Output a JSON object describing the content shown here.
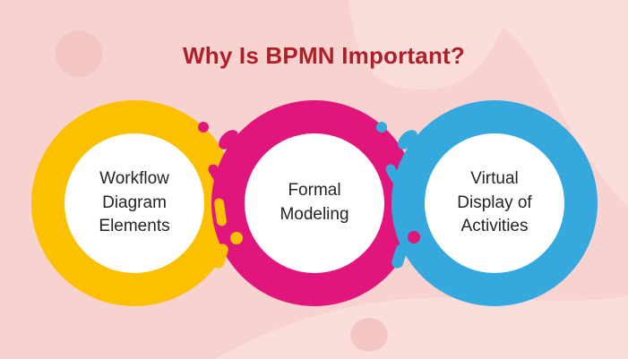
{
  "title": {
    "text": "Why Is BPMN Important?",
    "color": "#b01f27"
  },
  "background": {
    "base_color": "#f8d2cf",
    "light_blob_color": "#fbdedb",
    "dark_blob_color": "#f4c6c3"
  },
  "inner_circle_color": "#ffffff",
  "label_color": "#242424",
  "rings": [
    {
      "label": "Workflow Diagram Elements",
      "color": "#fbc100"
    },
    {
      "label": "Formal Modeling",
      "color": "#e1167c"
    },
    {
      "label": "Virtual Display of Activities",
      "color": "#35a8dd"
    }
  ]
}
